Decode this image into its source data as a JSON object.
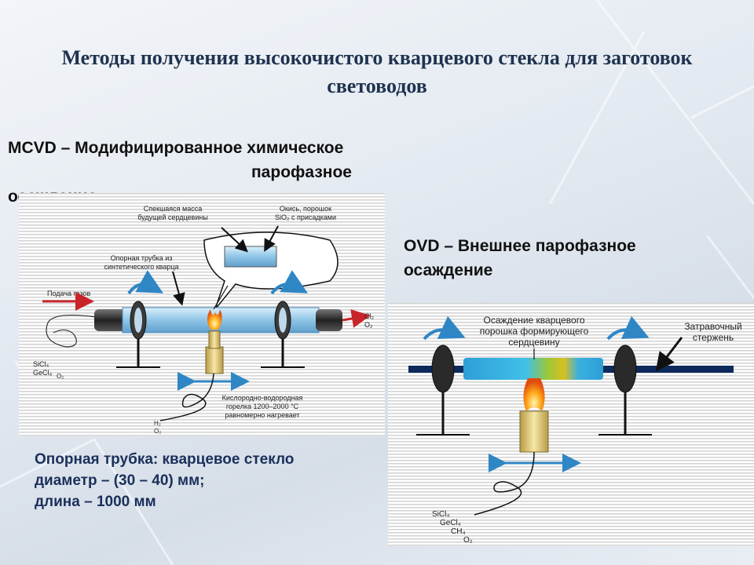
{
  "title": "Методы получения высокочистого кварцевого стекла для заготовок световодов",
  "mcvd": {
    "heading_line1": "MCVD – Модифицированное химическое",
    "heading_line2": "парофазное",
    "heading_line3": "осаждение",
    "labels": {
      "sintered_l1": "Спекшаяся масса",
      "sintered_l2": "будущей сердцевины",
      "oxide_l1": "Окись, порошок",
      "oxide_l2": "SiO₂ с присадками",
      "tube_l1": "Опорная трубка из",
      "tube_l2": "синтетического кварца",
      "gas_feed": "Подача газов",
      "out_cl2": "Cl₂",
      "out_o2": "O₂",
      "in_sicl4": "SiCl₄",
      "in_gecl4": "GeCl₄",
      "in_o2": "O₂",
      "burner_l1": "Кислородно-водородная",
      "burner_l2": "горелка 1200–2000 °C",
      "burner_l3": "равномерно нагревает",
      "h2": "H₂",
      "o2b": "O₂"
    },
    "specs": [
      "Опорная трубка: кварцевое стекло",
      "диаметр –  (30 – 40) мм;",
      "длина – 1000 мм"
    ]
  },
  "ovd": {
    "heading_line1": "OVD – Внешнее парофазное",
    "heading_line2": "осаждение",
    "labels": {
      "deposition_l1": "Осаждение кварцевого",
      "deposition_l2": "порошка формирующего",
      "deposition_l3": "сердцевину",
      "seed_l1": "Затравочный",
      "seed_l2": "стержень",
      "sicl4": "SiCl₄",
      "gecl4": "GeCl₄",
      "ch4": "CH₄",
      "o2": "O₂"
    }
  },
  "colors": {
    "title": "#1f3350",
    "specs": "#1a2f5a",
    "tube": "#9ccbe8",
    "arrow_blue": "#2f86c5",
    "arrow_red": "#c8242a"
  }
}
